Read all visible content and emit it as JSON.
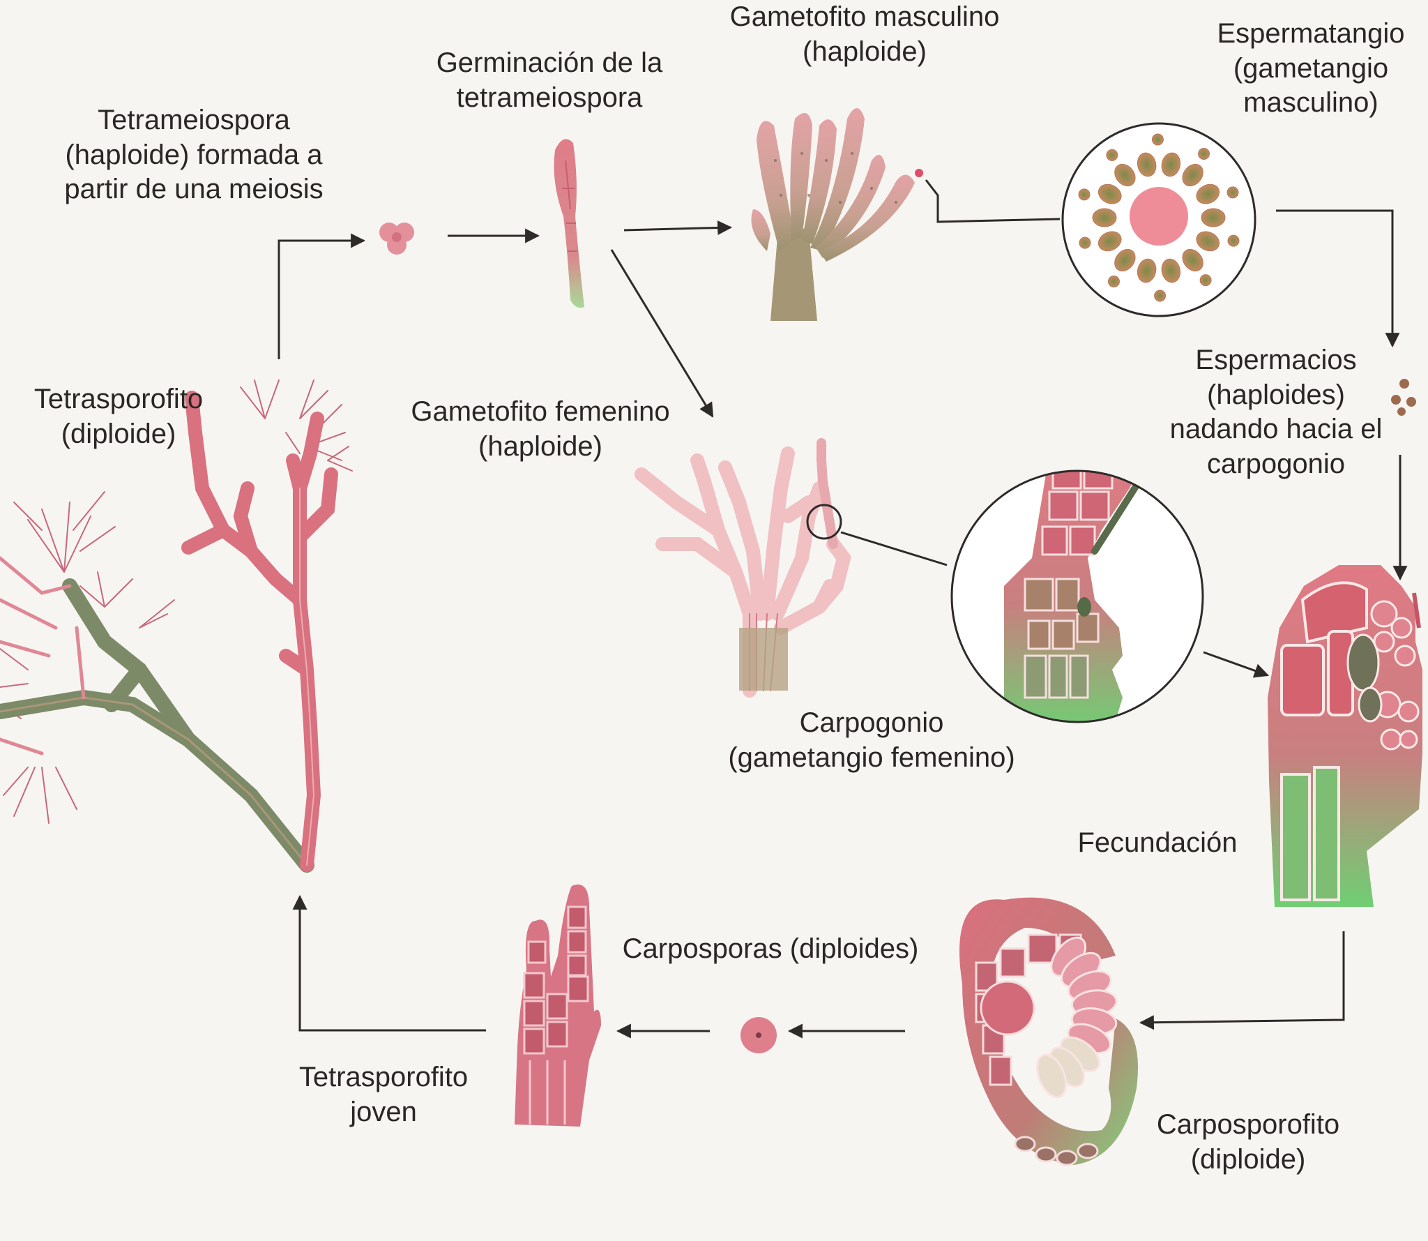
{
  "colors": {
    "thallus_red": "#dc7b86",
    "thallus_red_dark": "#b94d5c",
    "thallus_green": "#9fd595",
    "stem_olive": "#9b8d6d",
    "spore_olive": "#7c7b4c",
    "arrow": "#2f2a2a"
  },
  "labels": {
    "tetrameiospora": [
      "Tetrameiospora",
      "(haploide) formada a",
      "partir de una meiosis"
    ],
    "germinacion": [
      "Germinación de la",
      "tetrameiospora"
    ],
    "gametofito_masculino": [
      "Gametofito masculino",
      "(haploide)"
    ],
    "espermatangio": [
      "Espermatangio",
      "(gametangio",
      "masculino)"
    ],
    "tetrasporofito": [
      "Tetrasporofito",
      "(diploide)"
    ],
    "gametofito_femenino": [
      "Gametofito femenino",
      "(haploide)"
    ],
    "espermacios": [
      "Espermacios",
      "(haploides)",
      "nadando hacia el",
      "carpogonio"
    ],
    "carpogonio": [
      "Carpogonio",
      "(gametangio femenino)"
    ],
    "fecundacion": [
      "Fecundación"
    ],
    "carposporas": [
      "Carposporas (diploides)"
    ],
    "tetrasporofito_joven": [
      "Tetrasporofito",
      "joven"
    ],
    "carposporofito": [
      "Carposporofito",
      "(diploide)"
    ]
  }
}
